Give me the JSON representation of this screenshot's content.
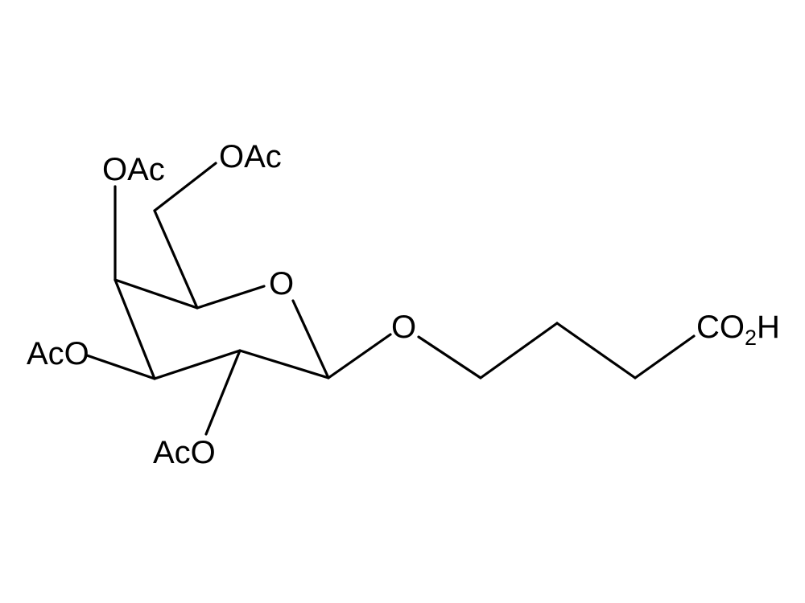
{
  "molecule": {
    "labels": {
      "oac_c4": "OAc",
      "oac_c6": "OAc",
      "ring_oxygen": "O",
      "aco_c3": "AcO",
      "aco_c2": "AcO",
      "glycosidic_oxygen": "O",
      "acid_main": "CO",
      "acid_subscript": "2",
      "acid_tail": "H"
    },
    "colors": {
      "ink": "#000000",
      "background": "#ffffff"
    }
  }
}
